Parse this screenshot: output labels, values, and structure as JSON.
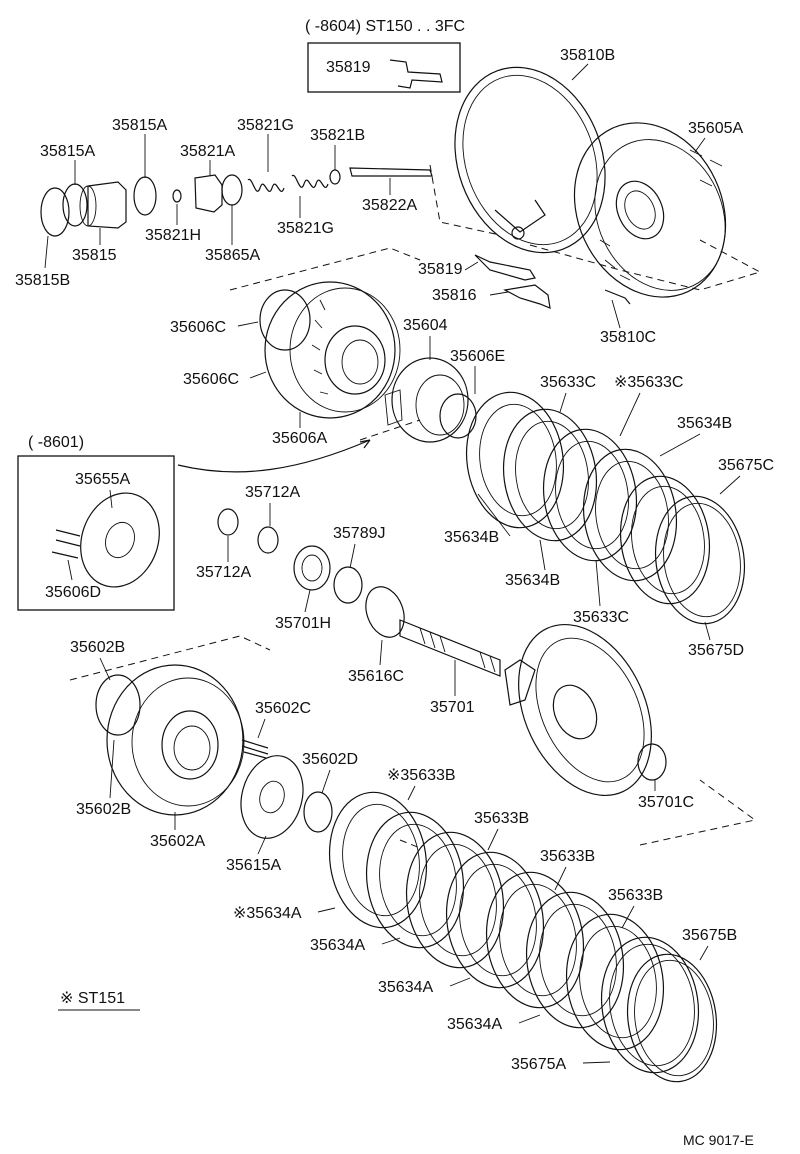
{
  "header_note": "(     -8604) ST150 . . 3FC",
  "inset_note": "(     -8601)",
  "legend_note": "※ ST151",
  "figure_code": "MC 9017-E",
  "labels": {
    "p35819a": "35819",
    "p35810B": "35810B",
    "p35815A": "35815A",
    "p35821G": "35821G",
    "p35821B": "35821B",
    "p35815Aa": "35815A",
    "p35821A": "35821A",
    "p35605A": "35605A",
    "p35822A": "35822A",
    "p35815": "35815",
    "p35821H": "35821H",
    "p35821Ga": "35821G",
    "p35865A": "35865A",
    "p35815B": "35815B",
    "p35819b": "35819",
    "p35816": "35816",
    "p35606Ca": "35606C",
    "p35604": "35604",
    "p35810C": "35810C",
    "p35606E": "35606E",
    "p35606Cb": "35606C",
    "p35633Ca": "35633C",
    "p35633Cb": "※35633C",
    "p35606A": "35606A",
    "p35634Ba": "35634B",
    "p35675C": "35675C",
    "p35655A": "35655A",
    "p35712Aa": "35712A",
    "p35789J": "35789J",
    "p35634Bb": "35634B",
    "p35712Ab": "35712A",
    "p35634Bc": "35634B",
    "p35606D": "35606D",
    "p35701H": "35701H",
    "p35633Cc": "35633C",
    "p35675D": "35675D",
    "p35602Ba": "35602B",
    "p35616C": "35616C",
    "p35701": "35701",
    "p35602C": "35602C",
    "p35602D": "35602D",
    "p35602Bb": "35602B",
    "p35633Ba": "※35633B",
    "p35701C": "35701C",
    "p35602A": "35602A",
    "p35633Bb": "35633B",
    "p35615A": "35615A",
    "p35633Bc": "35633B",
    "p35633Bd": "35633B",
    "p35634Aa": "※35634A",
    "p35675B": "35675B",
    "p35634Ab": "35634A",
    "p35634Ac": "35634A",
    "p35634Ad": "35634A",
    "p35675A": "35675A"
  }
}
